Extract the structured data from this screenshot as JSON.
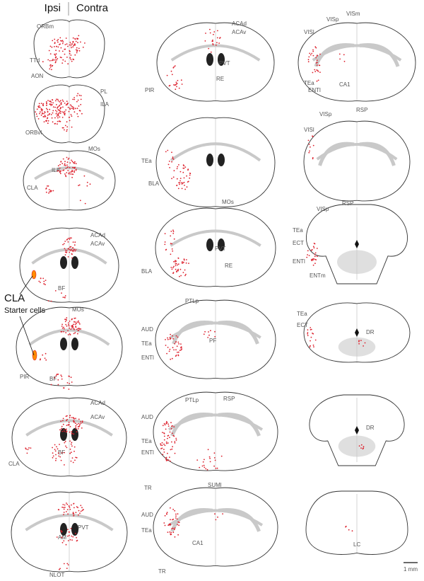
{
  "header": {
    "ipsi": "Ipsi",
    "contra": "Contra"
  },
  "callout": {
    "title": "CLA",
    "subtitle": "Starter cells"
  },
  "scale_bar": {
    "label": "1 mm"
  },
  "colors": {
    "cell": "#dd1f2b",
    "starter": "#ff8c00",
    "outline": "#333333",
    "gray": "#c9c9c9"
  },
  "sections": [
    {
      "labels": [
        "ORBm",
        "TTd",
        "AON"
      ]
    },
    {
      "labels": [
        "PL",
        "ILA",
        "ORBvl"
      ]
    },
    {
      "labels": [
        "MOs",
        "ILA",
        "CLA"
      ]
    },
    {
      "labels": [
        "ACAd",
        "ACAv",
        "BF"
      ]
    },
    {
      "labels": [
        "MOs",
        "PIR",
        "BF"
      ]
    },
    {
      "labels": [
        "ACAd",
        "ACAv",
        "BF",
        "CLA"
      ]
    },
    {
      "labels": [
        "AM",
        "PVT",
        "NLOT"
      ]
    },
    {
      "labels": [
        "ACAd",
        "ACAv",
        "PVT",
        "RE",
        "PIR"
      ]
    },
    {
      "labels": [
        "TEa",
        "BLA"
      ]
    },
    {
      "labels": [
        "MOs",
        "PVT",
        "RE",
        "BLA"
      ]
    },
    {
      "labels": [
        "PTLp",
        "AUD",
        "TEa",
        "ENTl",
        "PF"
      ]
    },
    {
      "labels": [
        "PTLp",
        "RSP",
        "AUD",
        "TEa",
        "ENTl",
        "TR",
        "SUMl"
      ]
    },
    {
      "labels": [
        "AUD",
        "TEa",
        "CA1",
        "TR"
      ]
    },
    {
      "labels": [
        "VISl",
        "VISp",
        "VISm",
        "TEa",
        "ENTl",
        "CA1"
      ]
    },
    {
      "labels": [
        "VISl",
        "VISp",
        "RSP"
      ]
    },
    {
      "labels": [
        "VISp",
        "RSP",
        "TEa",
        "ECT",
        "ENTl",
        "ENTm"
      ]
    },
    {
      "labels": [
        "TEa",
        "ECT",
        "DR"
      ]
    },
    {
      "labels": [
        "DR"
      ]
    },
    {
      "labels": [
        "LC"
      ]
    }
  ]
}
